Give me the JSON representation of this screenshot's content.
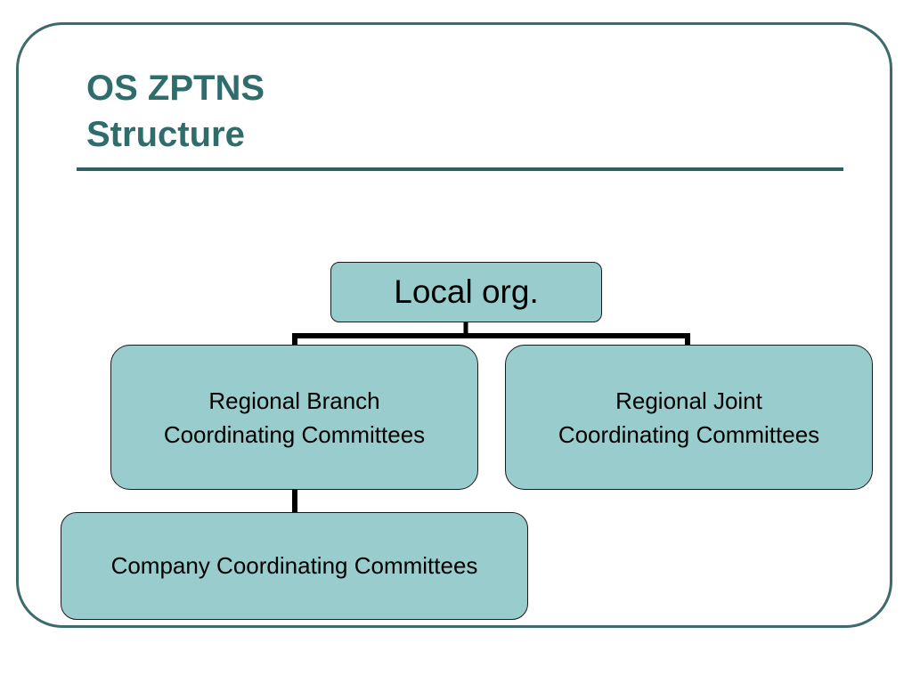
{
  "slide": {
    "title_line1": "OS ZPTNS",
    "title_line2": "Structure"
  },
  "diagram": {
    "root": {
      "label": "Local org."
    },
    "regional_branch": {
      "line1": "Regional Branch",
      "line2": "Coordinating Committees"
    },
    "regional_joint": {
      "line1": "Regional Joint",
      "line2": "Coordinating Committees"
    },
    "company": {
      "label": "Company Coordinating Committees"
    }
  },
  "colors": {
    "title": "#2f6c6c",
    "frame": "#3d6b6b",
    "node_fill": "#99cccc",
    "connector": "#000000"
  }
}
